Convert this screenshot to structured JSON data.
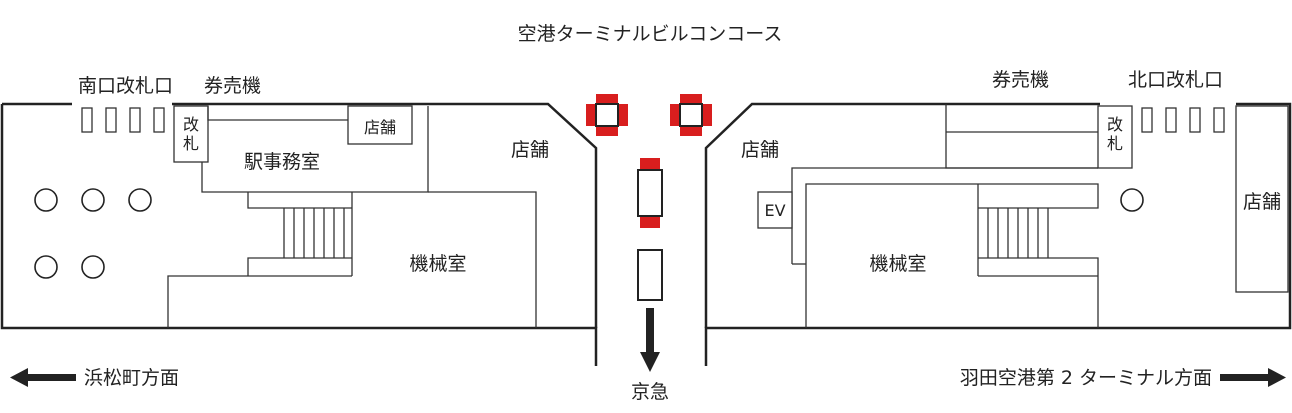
{
  "labels": {
    "concourse": "空港ターミナルビルコンコース",
    "south_gate": "南口改札口",
    "north_gate": "北口改札口",
    "ticket_machines_left": "券売機",
    "ticket_machines_right": "券売機",
    "station_office": "駅事務室",
    "gate_booth_left": "改\n札",
    "gate_booth_right": "改\n札",
    "shop_small_left": "店舗",
    "shop_left": "店舗",
    "shop_right": "店舗",
    "shop_far_right": "店舗",
    "machine_room_left": "機械室",
    "machine_room_right": "機械室",
    "elevator": "EV",
    "dir_left": "浜松町方面",
    "dir_right": "羽田空港第 2 ターミナル方面",
    "dir_down": "京急"
  },
  "colors": {
    "line": "#222222",
    "accent_red": "#d81e1e"
  }
}
